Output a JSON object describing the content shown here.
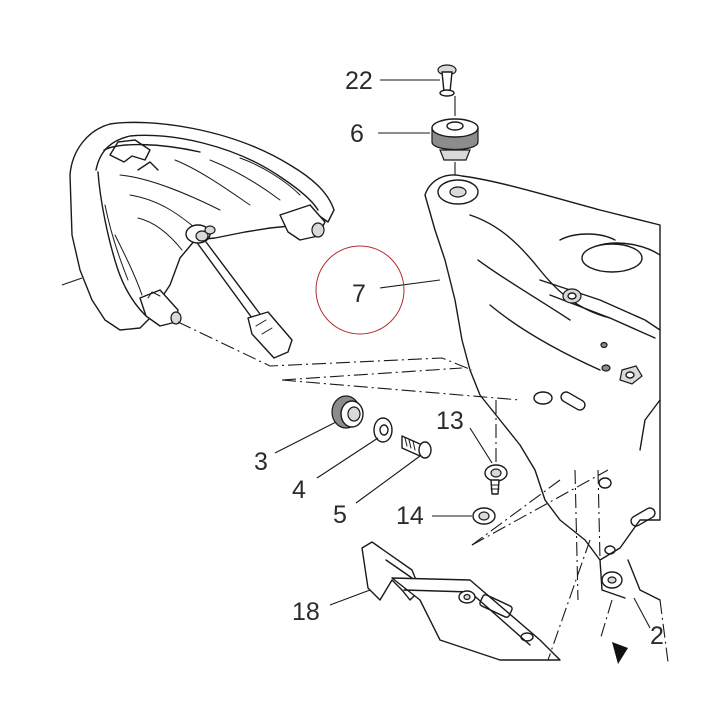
{
  "callouts": {
    "p22": "22",
    "p6": "6",
    "p7": "7",
    "p3": "3",
    "p4": "4",
    "p5": "5",
    "p13": "13",
    "p14": "14",
    "p18": "18",
    "p2": "2"
  },
  "highlight_color": "#b03030"
}
